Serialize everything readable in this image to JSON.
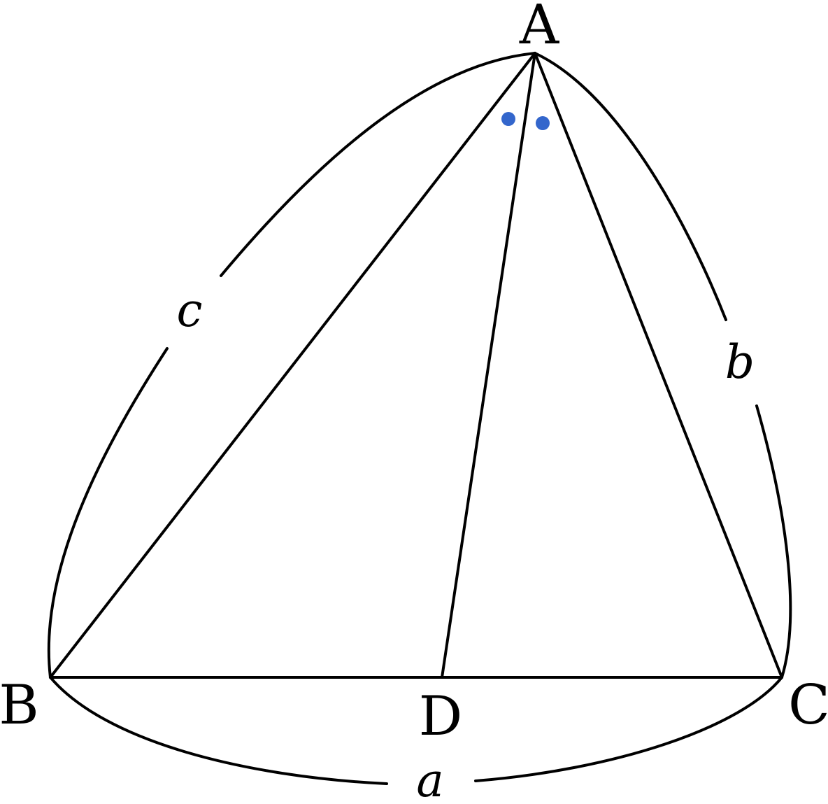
{
  "diagram": {
    "vertices": {
      "A": "A",
      "B": "B",
      "C": "C",
      "D": "D"
    },
    "sides": {
      "a": "a",
      "b": "b",
      "c": "c"
    },
    "colors": {
      "line": "#000000",
      "angle_marker": "#3366cc",
      "background": "#ffffff"
    },
    "angle_markers_at_A": 2
  }
}
